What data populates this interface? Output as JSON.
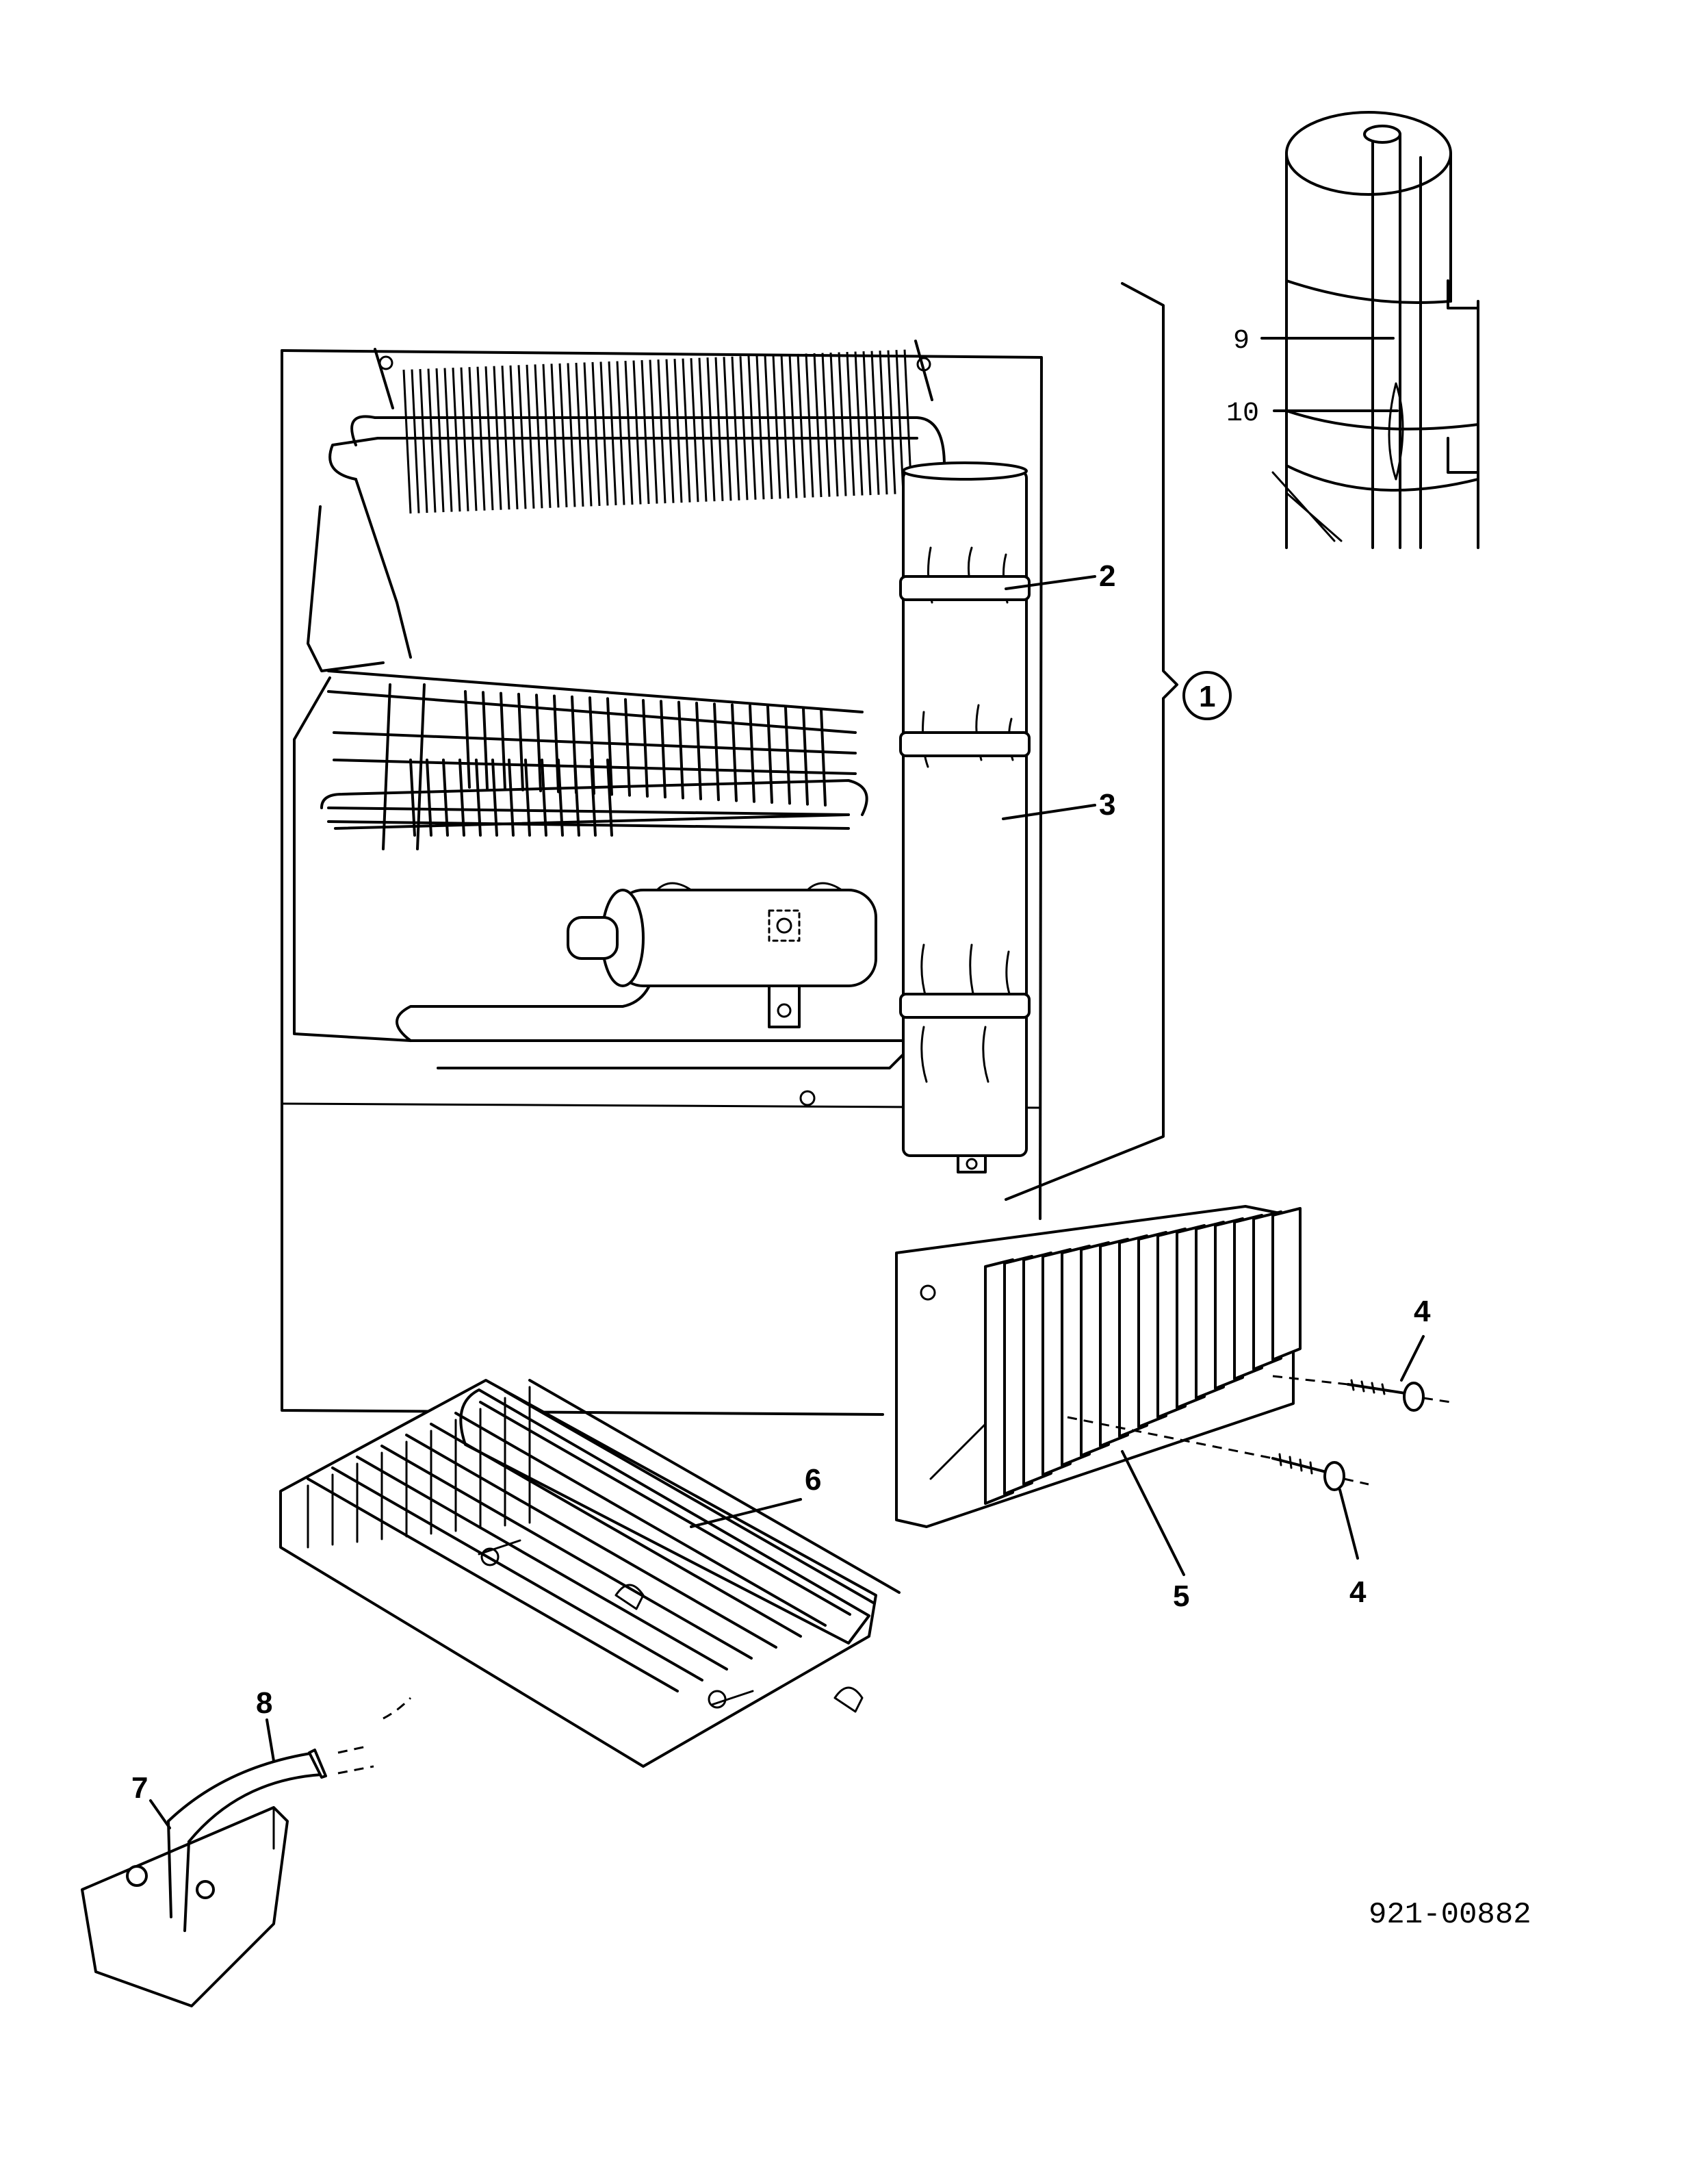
{
  "callouts": {
    "c1": "1",
    "c2": "2",
    "c3": "3",
    "c4a": "4",
    "c4b": "4",
    "c5": "5",
    "c6": "6",
    "c7": "7",
    "c8": "8",
    "c9": "9",
    "c10": "10"
  },
  "drawing_number": "921-00882"
}
